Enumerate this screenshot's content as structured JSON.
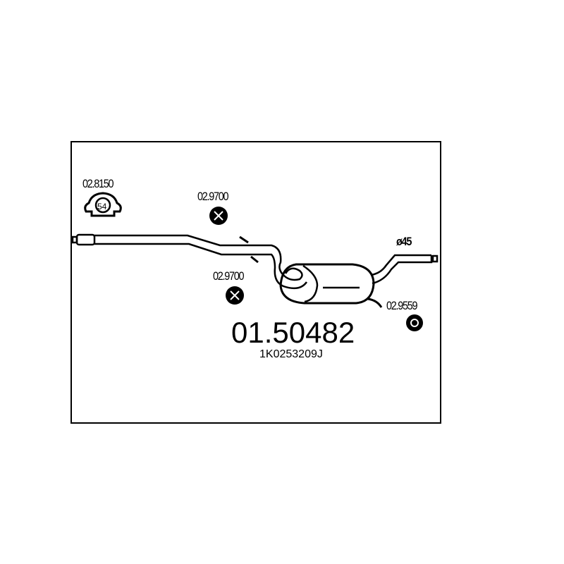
{
  "part_number": "01.50482",
  "oem_number": "1K0253209J",
  "diameter_label": "ø45",
  "accessories": [
    {
      "code": "02.8150",
      "badge": "54",
      "type": "clamp"
    },
    {
      "code": "02.9700",
      "type": "rubber-mount"
    },
    {
      "code": "02.9700",
      "type": "rubber-mount"
    },
    {
      "code": "02.9559",
      "type": "rubber-mount"
    }
  ]
}
